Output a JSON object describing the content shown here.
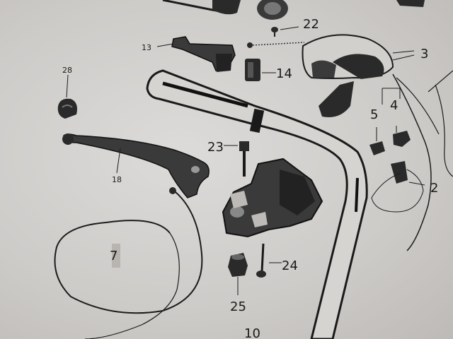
{
  "labels": {
    "p2": "2",
    "p3": "3",
    "p4": "4",
    "p5": "5",
    "p7": "7",
    "p10": "10",
    "p13": "13",
    "p14": "14",
    "p18": "18",
    "p22": "22",
    "p23": "23",
    "p24": "24",
    "p25": "25",
    "p28": "28"
  },
  "colors": {
    "paper": "#d8d6d4",
    "ink": "#1c1c1c"
  }
}
